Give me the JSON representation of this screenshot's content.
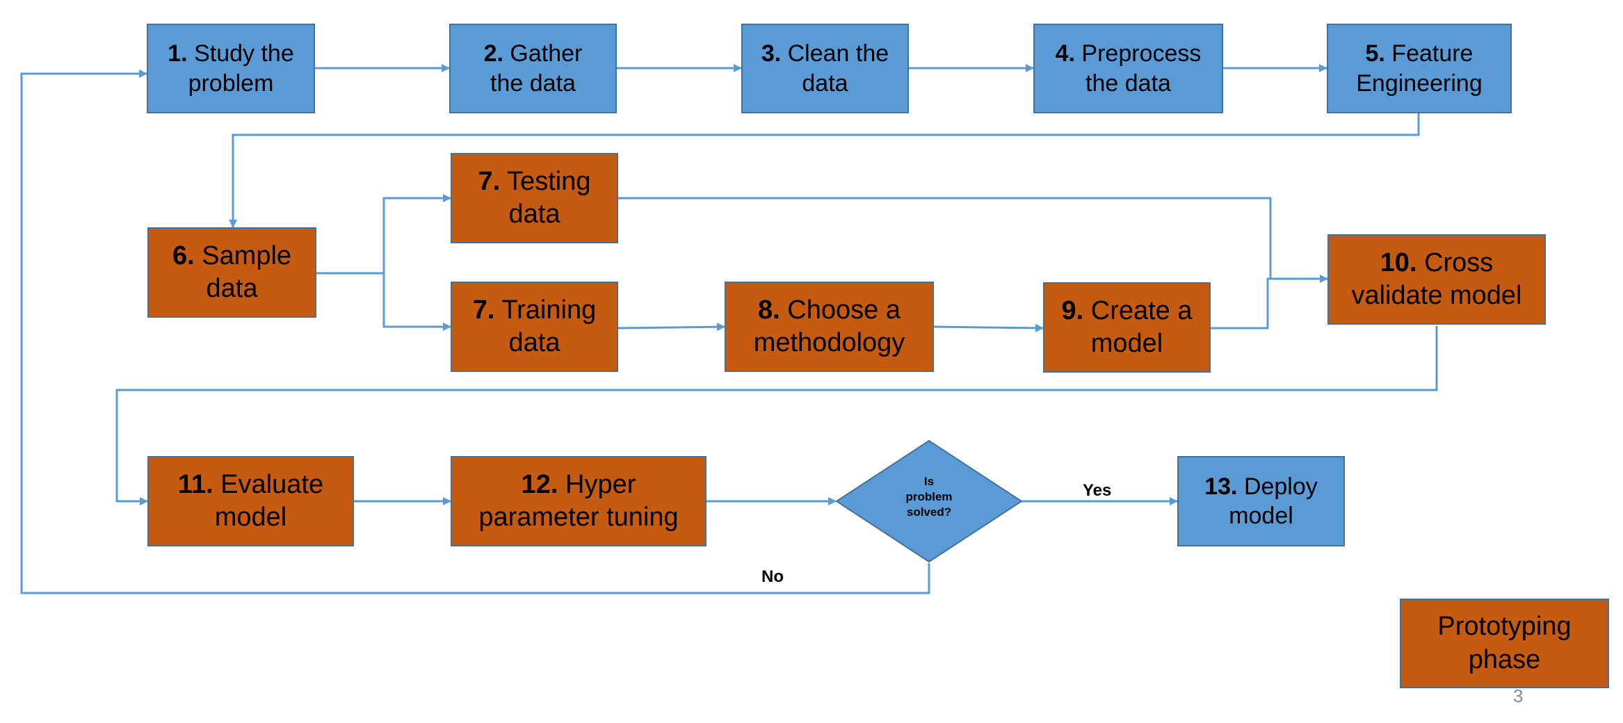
{
  "colors": {
    "data_engineering_fill": "#5b9bd5",
    "prototyping_fill": "#c55a11",
    "connector": "#5b9bd5",
    "border": "#41719c"
  },
  "steps": {
    "s1": {
      "num": "1.",
      "line1": "Study the",
      "line2": "problem"
    },
    "s2": {
      "num": "2.",
      "line1": "Gather",
      "line2": "the data"
    },
    "s3": {
      "num": "3.",
      "line1": "Clean the",
      "line2": "data"
    },
    "s4": {
      "num": "4.",
      "line1": "Preprocess",
      "line2": "the data"
    },
    "s5": {
      "num": "5.",
      "line1": "Feature",
      "line2": "Engineering"
    },
    "s6": {
      "num": "6.",
      "line1": "Sample",
      "line2": "data"
    },
    "s7a": {
      "num": "7.",
      "line1": "Testing",
      "line2": "data"
    },
    "s7b": {
      "num": "7.",
      "line1": "Training",
      "line2": "data"
    },
    "s8": {
      "num": "8.",
      "line1": "Choose a",
      "line2": "methodology"
    },
    "s9": {
      "num": "9.",
      "line1": "Create a",
      "line2": "model"
    },
    "s10": {
      "num": "10.",
      "line1": "Cross",
      "line2": "validate model"
    },
    "s11": {
      "num": "11.",
      "line1": "Evaluate",
      "line2": "model"
    },
    "s12": {
      "num": "12.",
      "line1": "Hyper",
      "line2": "parameter tuning"
    },
    "s13": {
      "num": "13.",
      "line1": "Deploy",
      "line2": "model"
    }
  },
  "decision": {
    "line1": "Is",
    "line2": "problem",
    "line3": "solved?"
  },
  "edge_labels": {
    "yes": "Yes",
    "no": "No"
  },
  "legend": {
    "line1": "Prototyping",
    "line2": "phase"
  },
  "page_number": "3"
}
